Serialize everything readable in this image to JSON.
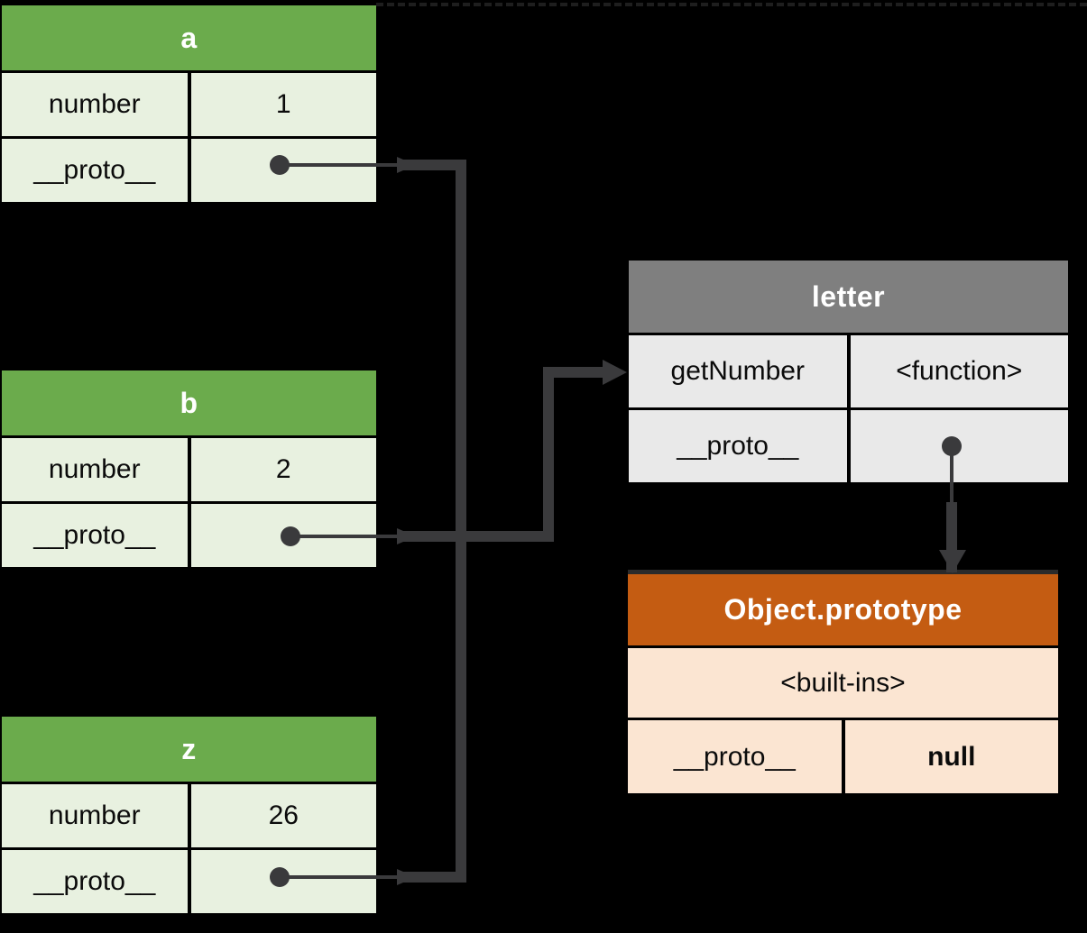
{
  "colors": {
    "background": "#000000",
    "arrow": "#3a3a3c",
    "green_header": "#6bab4c",
    "green_cell": "#e8f1e0",
    "gray_header": "#7f7f7f",
    "gray_cell": "#e9e9e9",
    "orange_header": "#c45c12",
    "orange_cell": "#fbe5d2",
    "header_text": "#ffffff",
    "cell_text": "#0b0b0b"
  },
  "tables": {
    "a": {
      "title": "a",
      "rows": [
        {
          "label": "number",
          "value": "1"
        },
        {
          "label": "__proto__",
          "value": ""
        }
      ]
    },
    "b": {
      "title": "b",
      "rows": [
        {
          "label": "number",
          "value": "2"
        },
        {
          "label": "__proto__",
          "value": ""
        }
      ]
    },
    "z": {
      "title": "z",
      "rows": [
        {
          "label": "number",
          "value": "26"
        },
        {
          "label": "__proto__",
          "value": ""
        }
      ]
    },
    "letter": {
      "title": "letter",
      "rows": [
        {
          "label": "getNumber",
          "value": "<function>"
        },
        {
          "label": "__proto__",
          "value": ""
        }
      ]
    },
    "object_prototype": {
      "title": "Object.prototype",
      "builtins_row": "<built-ins>",
      "rows": [
        {
          "label": "__proto__",
          "value": "null"
        }
      ]
    }
  },
  "relationships": [
    "a.__proto__ -> letter",
    "b.__proto__ -> letter",
    "z.__proto__ -> letter",
    "letter.__proto__ -> Object.prototype",
    "Object.prototype.__proto__ -> null"
  ]
}
